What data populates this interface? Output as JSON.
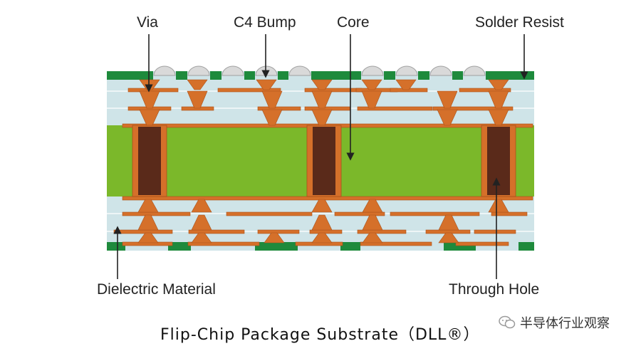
{
  "labels": {
    "via": "Via",
    "c4_bump": "C4 Bump",
    "core": "Core",
    "solder_resist": "Solder Resist",
    "dielectric": "Dielectric Material",
    "through_hole": "Through Hole"
  },
  "caption": "Flip-Chip Package Substrate（DLL®）",
  "watermark": "半导体行业观察",
  "colors": {
    "solder_resist": "#1e8a3c",
    "dielectric": "#cfe4e8",
    "dielectric_line": "#ffffff",
    "core": "#7bb82a",
    "copper": "#d5702a",
    "copper_dark": "#a9511a",
    "plug": "#5a2a1a",
    "bump": "#d9d9d9",
    "arrow": "#222222"
  }
}
